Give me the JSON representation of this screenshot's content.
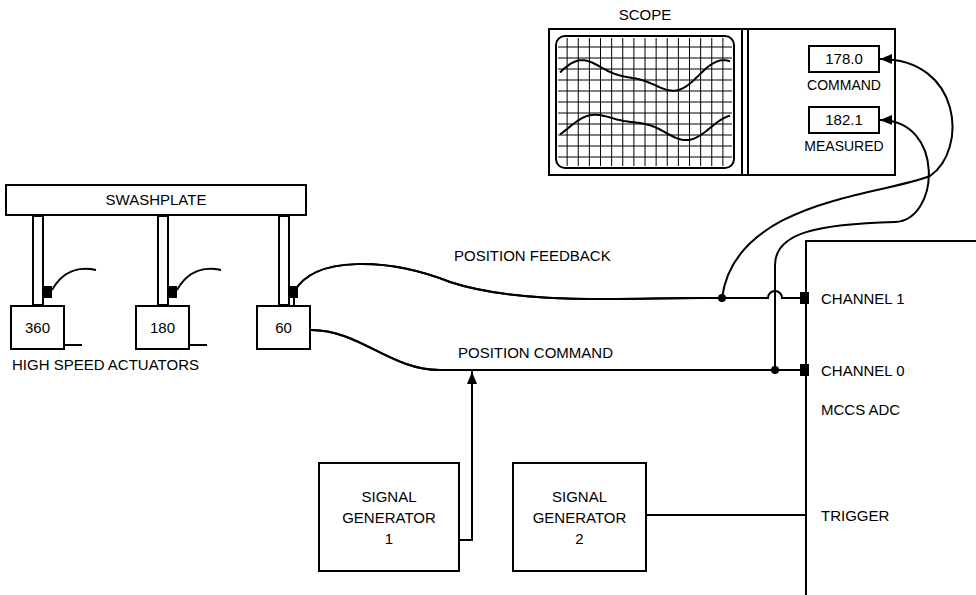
{
  "diagram": {
    "nodes": [
      {
        "text": [
          "SCOPE"
        ]
      },
      {
        "text": [
          "178.0",
          "COMMAND"
        ],
        "in": 0
      },
      {
        "text": [
          "182.1",
          "MEASURED"
        ],
        "in": 0
      },
      {
        "text": [
          "SWASHPLATE"
        ]
      },
      {
        "text": [
          "360"
        ]
      },
      {
        "text": [
          "180"
        ]
      },
      {
        "text": [
          "60"
        ]
      },
      {
        "text": [
          "SIGNAL GENERATOR 1"
        ]
      },
      {
        "text": [
          "SIGNAL GENERATOR 2"
        ]
      },
      {
        "text": [
          "CHANNEL 1",
          "CHANNEL 0",
          "MCCS ADC",
          "TRIGGER"
        ]
      }
    ],
    "edges": [
      {
        "from": 6,
        "to": 9,
        "label": "POSITION FEEDBACK",
        "arrow": "none"
      },
      {
        "from": 6,
        "to": 9,
        "label": "POSITION COMMAND",
        "arrow": "none"
      },
      {
        "from": 7,
        "to": 6,
        "arrow": "to"
      },
      {
        "from": 8,
        "to": 9,
        "arrow": "none"
      },
      {
        "from": 6,
        "to": 1,
        "arrow": "to"
      },
      {
        "from": 7,
        "to": 2,
        "arrow": "to"
      }
    ],
    "labels": [
      "HIGH SPEED ACTUATORS"
    ]
  }
}
